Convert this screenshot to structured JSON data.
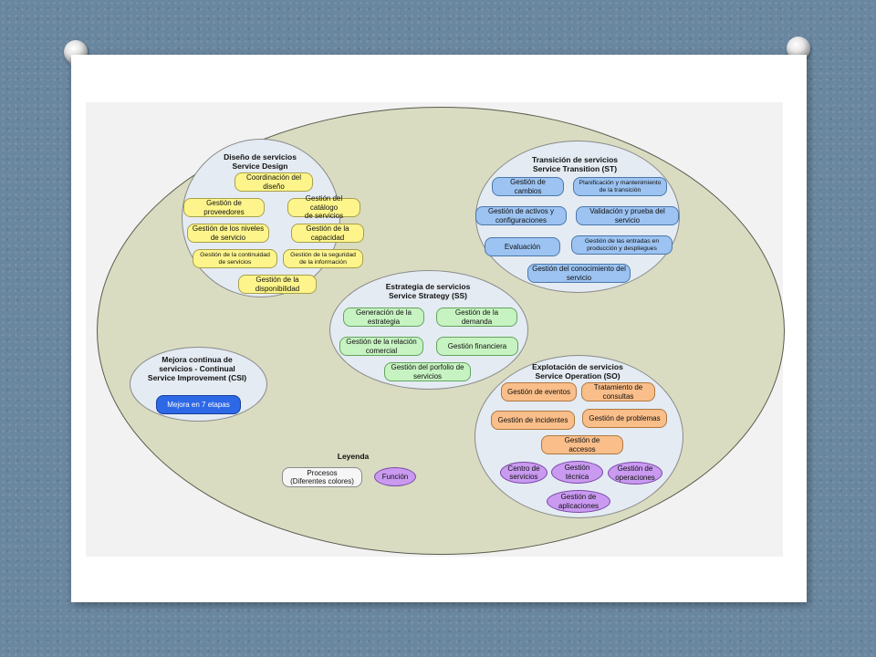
{
  "sd": {
    "title": "Diseño de servicios\nService Design (SD)",
    "boxes": [
      "Coordinación del\ndiseño",
      "Gestión de\nproveedores",
      "Gestión del catálogo\nde servicios",
      "Gestión de los niveles\nde servicio",
      "Gestión de la\ncapacidad",
      "Gestión de la continuidad\nde servicios",
      "Gestión de la seguridad\nde la información",
      "Gestión de la\ndisponibilidad"
    ]
  },
  "st": {
    "title": "Transición de servicios\nService Transition (ST)",
    "boxes": [
      "Gestión de\ncambios",
      "Planificación y mantenimiento\nde la transición",
      "Gestión de activos y\nconfiguraciones",
      "Validación y prueba del\nservicio",
      "Evaluación",
      "Gestión de las entradas en\nproducción y despliegues",
      "Gestión del conocimiento del\nservicio"
    ]
  },
  "ss": {
    "title": "Estrategia de servicios\nService Strategy (SS)",
    "boxes": [
      "Generación de la\nestrategia",
      "Gestión de la\ndemanda",
      "Gestión de la relación\ncomercial",
      "Gestión financiera",
      "Gestión del porfolio de\nservicios"
    ]
  },
  "csi": {
    "title": "Mejora continua de\nservicios -  Continual\nService Improvement (CSI)",
    "box": "Mejora en 7 etapas"
  },
  "so": {
    "title": "Explotación de servicios\nService Operation (SO)",
    "boxes": [
      "Gestión de eventos",
      "Tratamiento de\nconsultas",
      "Gestión de incidentes",
      "Gestión de problemas",
      "Gestión de\naccesos"
    ],
    "functions": [
      "Centro de\nservicios",
      "Gestión\ntécnica",
      "Gestión de\noperaciones",
      "Gestión de\naplicaciones"
    ]
  },
  "legend": {
    "title": "Leyenda",
    "process": "Procesos\n(Diferentes colores)",
    "function": "Función"
  },
  "colors": {
    "ellipse": "#d9dcc1",
    "circle": "#e4ebf3",
    "design": "#fdf58c",
    "transition": "#9cc3f1",
    "strategy": "#c7f3c2",
    "operation": "#f9be8a",
    "function": "#c99af0",
    "csi": "#2d68e7"
  }
}
